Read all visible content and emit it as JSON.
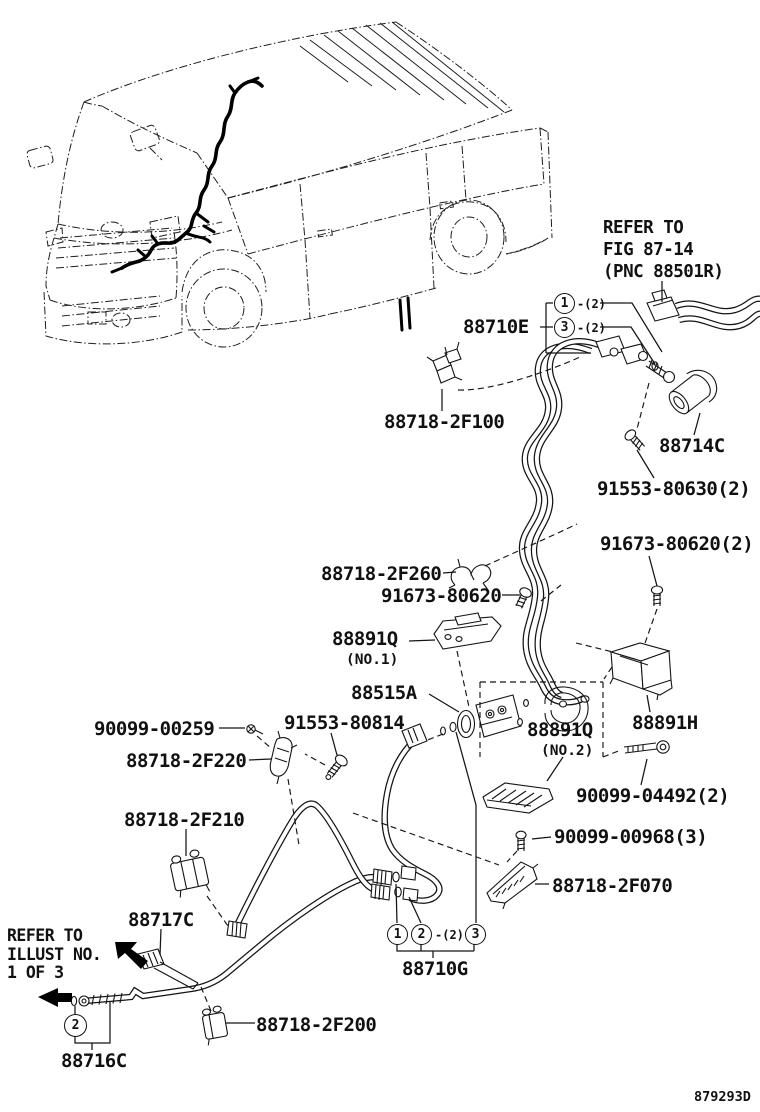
{
  "page": {
    "background": "#ffffff",
    "ink": "#1a1a1a",
    "drawing_code": "879293D"
  },
  "notes": {
    "refer_fig": {
      "line1": "REFER TO",
      "line2": "FIG 87-14",
      "line3": "(PNC 88501R)"
    },
    "refer_illust": {
      "line1": "REFER TO",
      "line2": "ILLUST NO.",
      "line3": "1 OF 3"
    }
  },
  "parts": {
    "p88710e": {
      "label": "88710E"
    },
    "p88718_2f100": {
      "label": "88718-2F100"
    },
    "p88714c": {
      "label": "88714C"
    },
    "p91553_80630": {
      "label": "91553-80630(2)"
    },
    "p91673_80620_2": {
      "label": "91673-80620(2)"
    },
    "p88718_2f260": {
      "label": "88718-2F260"
    },
    "p91673_80620": {
      "label": "91673-80620"
    },
    "p88891q_no1": {
      "label": "88891Q",
      "sub": "(NO.1)"
    },
    "p88515a": {
      "label": "88515A"
    },
    "p88891q_no2": {
      "label": "88891Q",
      "sub": "(NO.2)"
    },
    "p88891h": {
      "label": "88891H"
    },
    "p90099_00259": {
      "label": "90099-00259"
    },
    "p91553_80814": {
      "label": "91553-80814"
    },
    "p88718_2f220": {
      "label": "88718-2F220"
    },
    "p88718_2f210": {
      "label": "88718-2F210"
    },
    "p90099_04492": {
      "label": "90099-04492(2)"
    },
    "p90099_00968": {
      "label": "90099-00968(3)"
    },
    "p88718_2f070": {
      "label": "88718-2F070"
    },
    "p88717c": {
      "label": "88717C"
    },
    "p88716c": {
      "label": "88716C"
    },
    "p88718_2f200": {
      "label": "88718-2F200"
    },
    "p88710g": {
      "label": "88710G"
    }
  },
  "callouts": {
    "one": "1",
    "two": "2",
    "three": "3",
    "qty_two": "-(2)"
  }
}
